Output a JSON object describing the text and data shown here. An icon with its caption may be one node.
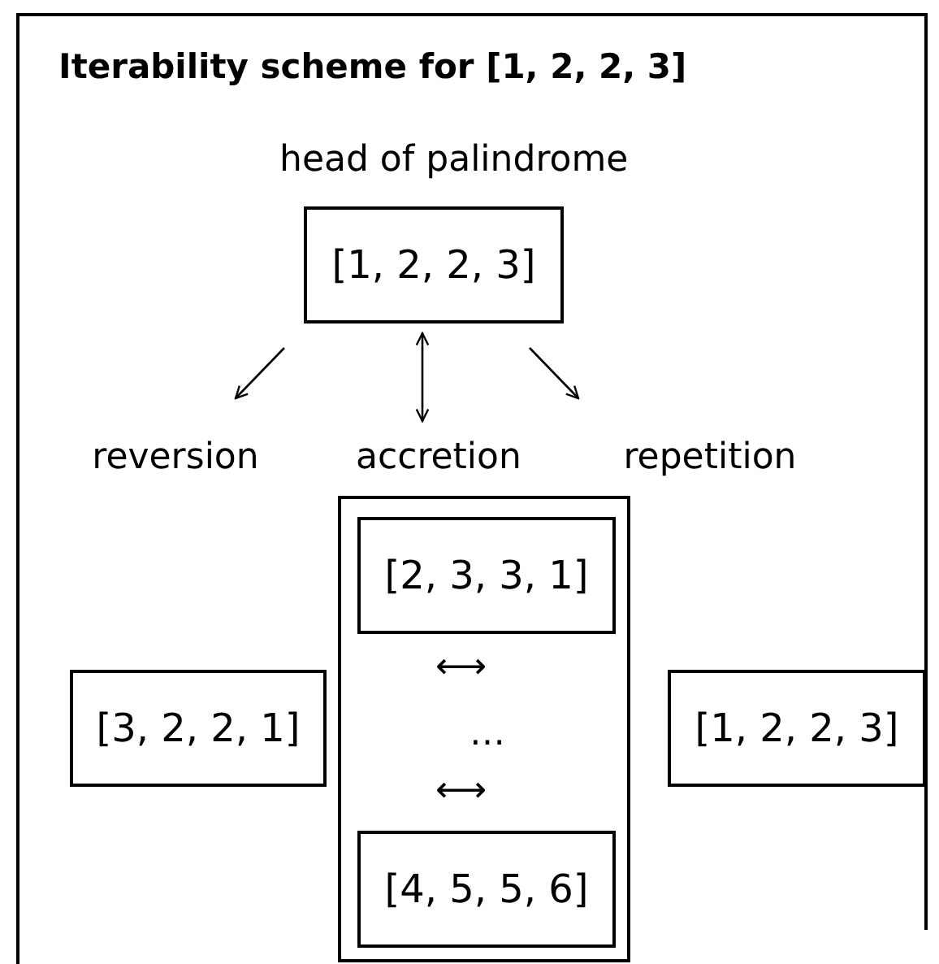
{
  "diagram": {
    "title": "Iterability scheme for [1, 2, 2, 3]",
    "nodes": [
      {
        "text": [
          "head of palindrome",
          "[1, 2, 2, 3]"
        ]
      },
      {
        "text": [
          "reversion"
        ]
      },
      {
        "text": [
          "accretion"
        ]
      },
      {
        "text": [
          "repetition"
        ]
      },
      {
        "text": [],
        "shape": "box"
      },
      {
        "text": [
          "[2, 3, 3, 1]"
        ],
        "in": 4
      },
      {
        "text": [
          "…"
        ],
        "in": 4
      },
      {
        "text": [
          "[4, 5, 5, 6]"
        ],
        "in": 4
      },
      {
        "text": [
          "[3, 2, 2, 1]"
        ]
      },
      {
        "text": [
          "[1, 2, 2, 3]"
        ]
      }
    ],
    "edges": [
      {
        "from": 0,
        "to": 1,
        "arrow": "to"
      },
      {
        "from": 0,
        "to": 2,
        "arrow": "both"
      },
      {
        "from": 0,
        "to": 3,
        "arrow": "to"
      }
    ],
    "labels": [
      "⟷",
      "⟷"
    ]
  }
}
